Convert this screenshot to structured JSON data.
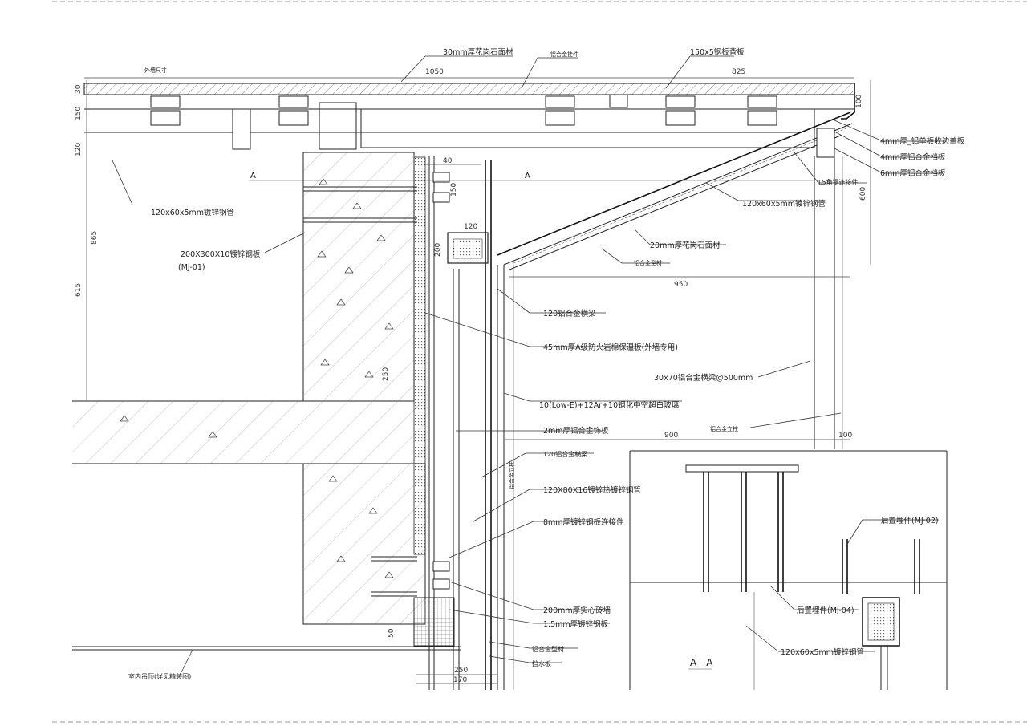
{
  "labels": {
    "l_30mm": "30mm厚花岗石面材",
    "l_top_small": "铝合金挂件",
    "l_150x5": "150x5钢板背板",
    "l_left_top": "外墙尺寸",
    "l_120x60_left": "120x60x5mm镀锌钢管",
    "l_200x300": "200X300X10镀锌钢板",
    "l_mj01": "(MJ-01)",
    "l_4mm_a": "4mm厚_铝单板收边盖板",
    "l_4mm_b": "4mm厚铝合金挡板",
    "l_6mm": "6mm厚铝合金挡板",
    "l_l5": "L5角钢连接件",
    "l_120x60_right": "120x60x5mm镀锌钢管",
    "l_20mm": "20mm厚花岗石面材",
    "l_alum": "铝合金型材",
    "l_120_al": "120铝合金横梁",
    "l_45mm": "45mm厚A级防火岩棉保温板(外墙专用)",
    "l_glass": "10(Low-E)+12Ar+10钢化中空超白玻璃",
    "l_30x70": "30x70铝合金横梁@500mm",
    "l_2mm": "2mm厚铝合金饰板",
    "l_alum_col": "铝合金立柱",
    "l_120_b": "120铝合金横梁",
    "l_vert": "铝合金立柱",
    "l_120x80": "120X80X16镀锌热镀锌钢管",
    "l_8mm": "8mm厚镀锌钢板连接件",
    "l_mj02": "后置埋件(MJ-02)",
    "l_200mm": "200mm厚实心砖墙",
    "l_1_5mm": "1.5mm厚镀锌钢板",
    "l_alum2": "铝合金型材",
    "l_stopper": "挡水板",
    "l_ceiling": "室内吊顶(详见精装图)",
    "l_mj04": "后置埋件(MJ-04)",
    "l_120x60_aa": "120x60x5mm镀锌钢管",
    "section": "A—A",
    "sec_mark": "A"
  },
  "dims": {
    "d1050": "1050",
    "d825": "825",
    "d100": "100",
    "d30": "30",
    "d150": "150",
    "d120": "120",
    "d865": "865",
    "d615": "615",
    "d40": "40",
    "d120b": "120",
    "d950": "950",
    "d600": "600",
    "d900": "900",
    "d100b": "100",
    "d250": "250",
    "d250b": "250",
    "d170": "170",
    "d50": "50",
    "d150b": "150",
    "d200": "200"
  }
}
